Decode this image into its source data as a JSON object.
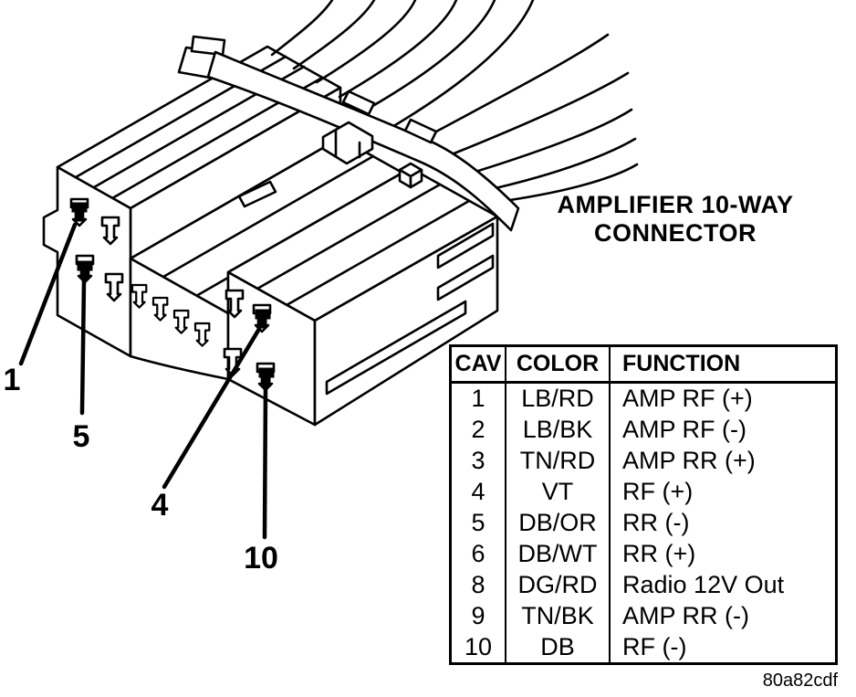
{
  "figure": {
    "title": {
      "line1": "AMPLIFIER 10-WAY",
      "line2": "CONNECTOR"
    },
    "callouts": [
      {
        "label": "1"
      },
      {
        "label": "5"
      },
      {
        "label": "4"
      },
      {
        "label": "10"
      }
    ],
    "figure_code": "80a82cdf"
  },
  "table": {
    "headers": [
      "CAV",
      "COLOR",
      "FUNCTION"
    ],
    "rows": [
      {
        "cav": "1",
        "color": "LB/RD",
        "function": "AMP RF (+)"
      },
      {
        "cav": "2",
        "color": "LB/BK",
        "function": "AMP RF (-)"
      },
      {
        "cav": "3",
        "color": "TN/RD",
        "function": "AMP RR (+)"
      },
      {
        "cav": "4",
        "color": "VT",
        "function": "RF (+)"
      },
      {
        "cav": "5",
        "color": "DB/OR",
        "function": "RR (-)"
      },
      {
        "cav": "6",
        "color": "DB/WT",
        "function": "RR (+)"
      },
      {
        "cav": "8",
        "color": "DG/RD",
        "function": "Radio 12V Out"
      },
      {
        "cav": "9",
        "color": "TN/BK",
        "function": "AMP RR (-)"
      },
      {
        "cav": "10",
        "color": "DB",
        "function": "RF (-)"
      }
    ]
  },
  "colors": {
    "ink": "#000000",
    "paper": "#ffffff"
  }
}
